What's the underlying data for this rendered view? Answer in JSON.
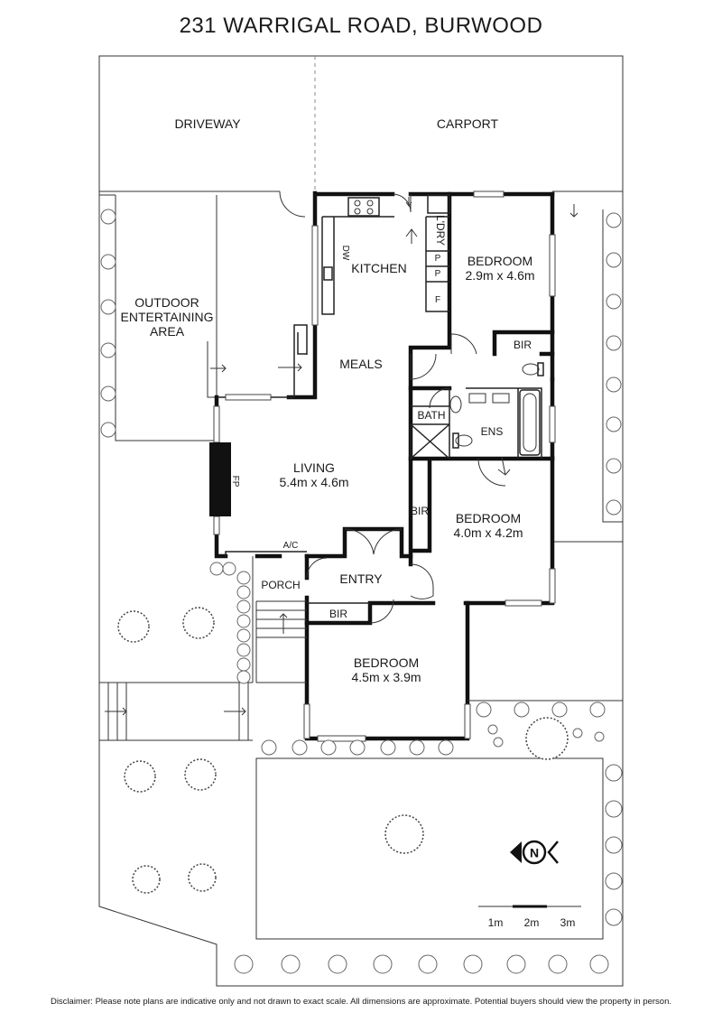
{
  "title": "231 WARRIGAL ROAD, BURWOOD",
  "rooms": {
    "driveway": "DRIVEWAY",
    "carport": "CARPORT",
    "outdoor_line1": "OUTDOOR",
    "outdoor_line2": "ENTERTAINING",
    "outdoor_line3": "AREA",
    "kitchen": "KITCHEN",
    "dw": "DW",
    "laundry": "L'DRY",
    "pantry1": "P",
    "pantry2": "P",
    "fridge": "F",
    "bedroom_ne_name": "BEDROOM",
    "bedroom_ne_size": "2.9m x 4.6m",
    "bir_ne": "BIR",
    "meals": "MEALS",
    "bath": "BATH",
    "ens": "ENS",
    "living_name": "LIVING",
    "living_size": "5.4m x 4.6m",
    "fp": "FP",
    "bir_mid": "BIR",
    "bedroom_mid_name": "BEDROOM",
    "bedroom_mid_size": "4.0m x 4.2m",
    "ac": "A/C",
    "porch": "PORCH",
    "entry": "ENTRY",
    "bir_sw": "BIR",
    "bedroom_sw_name": "BEDROOM",
    "bedroom_sw_size": "4.5m x 3.9m"
  },
  "compass": {
    "letter": "N"
  },
  "scale": {
    "label_1": "1m",
    "label_2": "2m",
    "label_3": "3m"
  },
  "disclaimer": "Disclaimer: Please note plans are indicative only and not drawn to exact scale. All dimensions are approximate. Potential buyers should view the property in person."
}
